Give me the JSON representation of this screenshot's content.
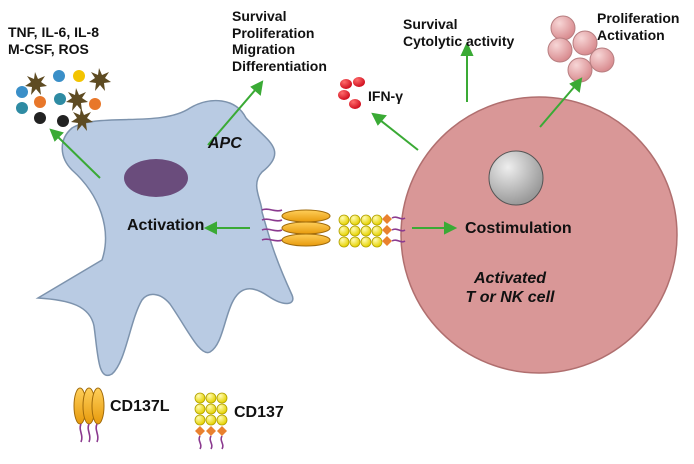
{
  "colors": {
    "apc_fill": "#b9cbe3",
    "apc_stroke": "#7d93ad",
    "tcell_fill": "#d99797",
    "tcell_stroke": "#b06f6f",
    "nucleus_apc": "#6a4c7c",
    "nucleus_t": "#b0b0b0",
    "arrow": "#3aaa35",
    "cd137l": "#f3b21f",
    "cd137": "#f4e400",
    "cd137_base": "#e9812f",
    "tail": "#8b3a8f",
    "ifn_dots": "#e0192a",
    "prolif_cells": "#e8a0a2"
  },
  "icons": [
    "cytokine-dots",
    "ifn-gamma-dots",
    "proliferating-cells",
    "cd137l-ligand",
    "cd137-receptor"
  ],
  "labels": {
    "cytokines": [
      "TNF, IL-6, IL-8",
      "M-CSF, ROS"
    ],
    "apc_outcomes": [
      "Survival",
      "Proliferation",
      "Migration",
      "Differentiation"
    ],
    "t_outcomes": [
      "Survival",
      "Cytolytic activity"
    ],
    "t_prolif": [
      "Proliferation",
      "Activation"
    ],
    "ifn": "IFN-γ",
    "apc": "APC",
    "activation": "Activation",
    "costimulation": "Costimulation",
    "tcell": [
      "Activated",
      "T or NK cell"
    ]
  },
  "legend": {
    "ligand": "CD137L",
    "receptor": "CD137"
  }
}
